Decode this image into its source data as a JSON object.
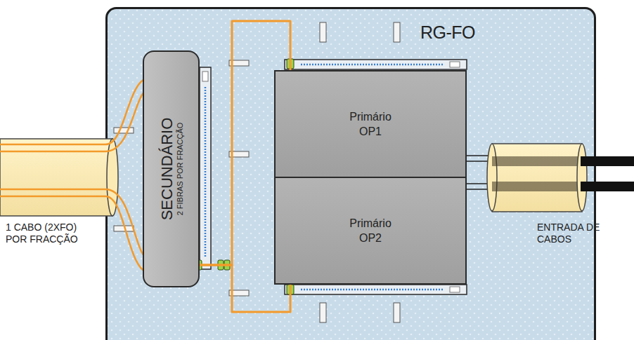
{
  "diagram": {
    "nodes": [
      {
        "text": [
          "RG-FO"
        ]
      },
      {
        "text": [
          "SECUNDÁRIO",
          "2 FIBRAS POR FRACÇÃO"
        ],
        "in": 0
      },
      {
        "text": [
          "Primário OP1"
        ],
        "in": 0
      },
      {
        "text": [
          "Primário OP2"
        ],
        "in": 0
      }
    ],
    "edges": [
      {
        "from": 1,
        "to": 2,
        "arrow": "none"
      },
      {
        "from": 1,
        "to": 3,
        "arrow": "none"
      }
    ],
    "labels": [
      "1 CABO (2XFO) POR FRACÇÃO",
      "ENTRADA DE CABOS"
    ]
  }
}
